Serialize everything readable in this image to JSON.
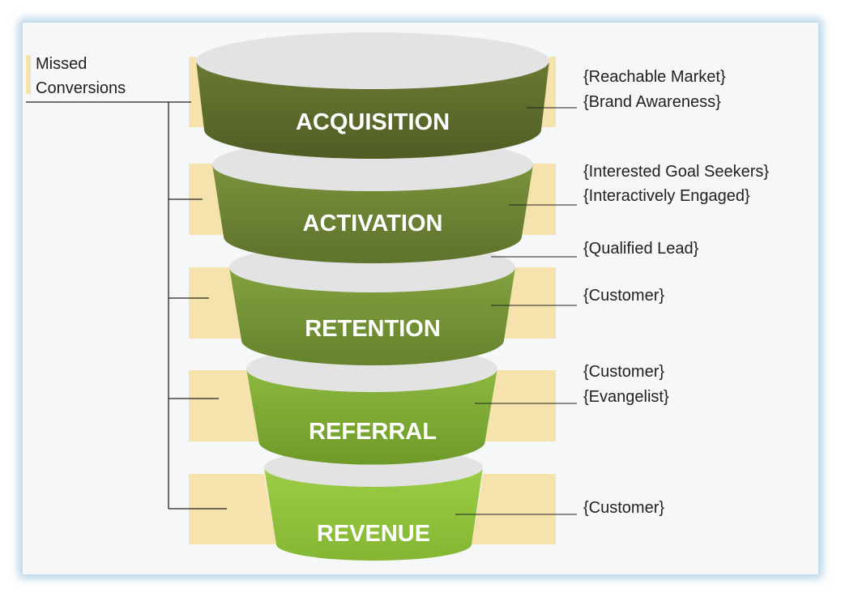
{
  "missed_conversions": {
    "label_line1": "Missed",
    "label_line2": "Conversions"
  },
  "stages": [
    {
      "name": "ACQUISITION",
      "color": "#5d6c2c",
      "notes": [
        "{Reachable Market}",
        "{Brand Awareness}"
      ]
    },
    {
      "name": "ACTIVATION",
      "color": "#6c8234",
      "notes": [
        "{Interested Goal Seekers}",
        "{Interactively Engaged}"
      ]
    },
    {
      "name": "RETENTION",
      "color": "#749236",
      "notes": [
        "{Customer}"
      ]
    },
    {
      "name": "REFERRAL",
      "color": "#7ba732",
      "notes": [
        "{Customer}",
        "{Evangelist}"
      ]
    },
    {
      "name": "REVENUE",
      "color": "#8dc13a",
      "notes": [
        "{Customer}"
      ]
    }
  ],
  "between_note": "{Qualified Lead}",
  "colors": {
    "panel_fill": "#f5f7f8",
    "panel_border": "#bcd6e8",
    "missed_block": "#f6e2ad",
    "ellipse_top": "#e3e3e3",
    "connector": "#222222"
  }
}
